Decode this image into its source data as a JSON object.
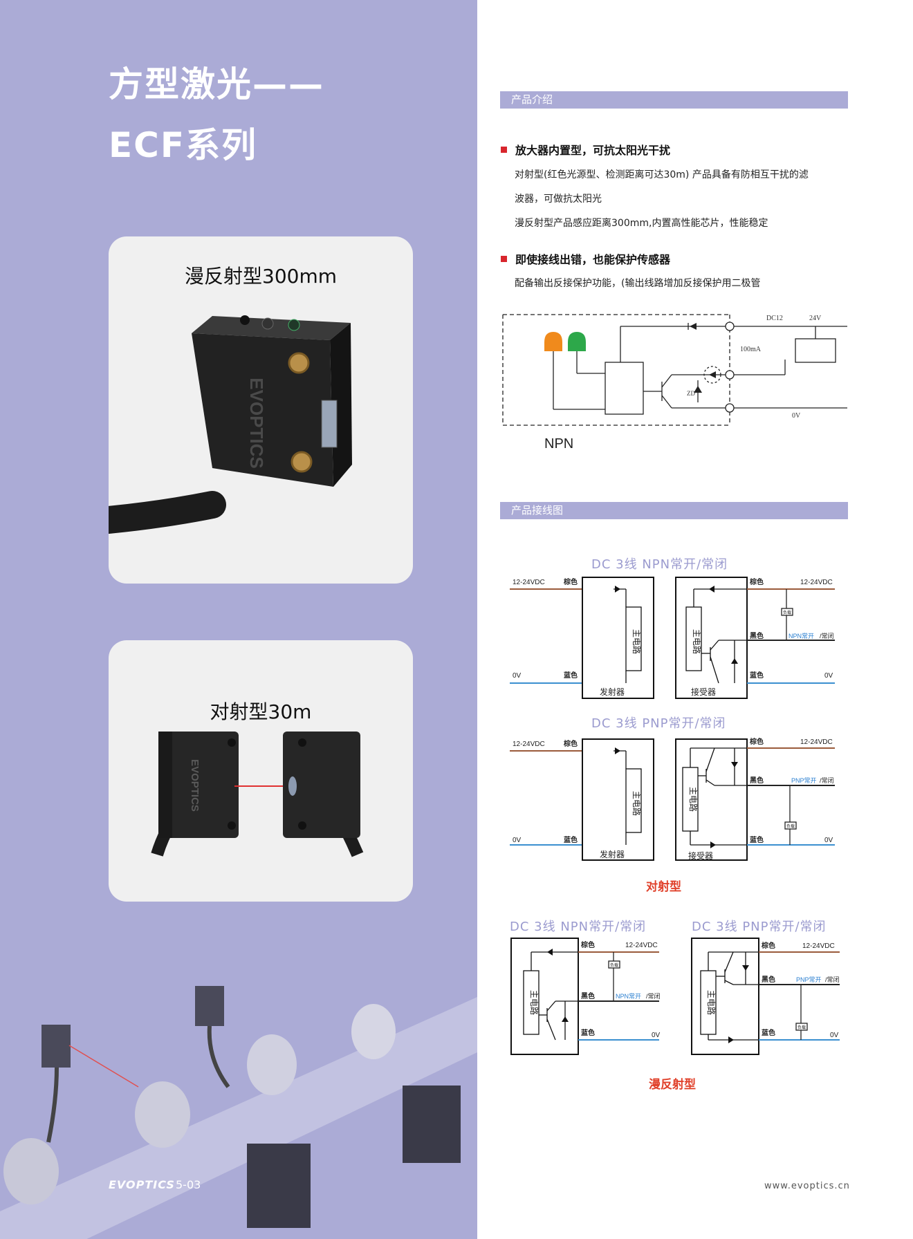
{
  "left": {
    "title_line1": "方型激光——",
    "title_line2": "ECF系列",
    "card1_label": "漫反射型300mm",
    "card2_label": "对射型30m",
    "sensor_brand": "EVOPTICS",
    "footer_brand": "EVOPTICS",
    "footer_page": "5-03"
  },
  "intro": {
    "section_title": "产品介绍",
    "bullet1_title": "放大器内置型，可抗太阳光干扰",
    "bullet1_line1": "对射型(红色光源型、检测距离可达30m) 产品具备有防相互干扰的滤",
    "bullet1_line2": "波器，可做抗太阳光",
    "bullet1_line3": "漫反射型产品感应距离300mm,内置高性能芯片，性能稳定",
    "bullet2_title": "即使接线出错，也能保护传感器",
    "bullet2_line1": "配备输出反接保护功能，(输出线路增加反接保护用二极管"
  },
  "npn_diagram": {
    "label": "NPN",
    "dc12": "DC12",
    "v24": "24V",
    "ma": "100mA",
    "zd": "ZD",
    "ov": "0V"
  },
  "wiring": {
    "section_title": "产品接线图",
    "title_npn": "DC  3线  NPN常开/常闭",
    "title_pnp": "DC  3线  PNP常开/常闭",
    "supply": "12-24VDC",
    "zero_v": "0V",
    "brown": "棕色",
    "blue": "蓝色",
    "black": "黑色",
    "main_circuit": "主电路",
    "emitter": "发射器",
    "receiver": "接受器",
    "load": "负载",
    "npn_out_a": "NPN常开",
    "npn_out_b": "/常闭",
    "pnp_out_a": "PNP常开",
    "pnp_out_b": "/常闭",
    "thrubeam_label": "对射型",
    "diffuse_label": "漫反射型"
  },
  "website": "www.evoptics.cn",
  "colors": {
    "panel": "#ababd6",
    "accent_red": "#d8262d",
    "brown_wire": "#9a5a3a",
    "blue_wire": "#3a8fd0",
    "out_blue": "#2a7fd0"
  }
}
